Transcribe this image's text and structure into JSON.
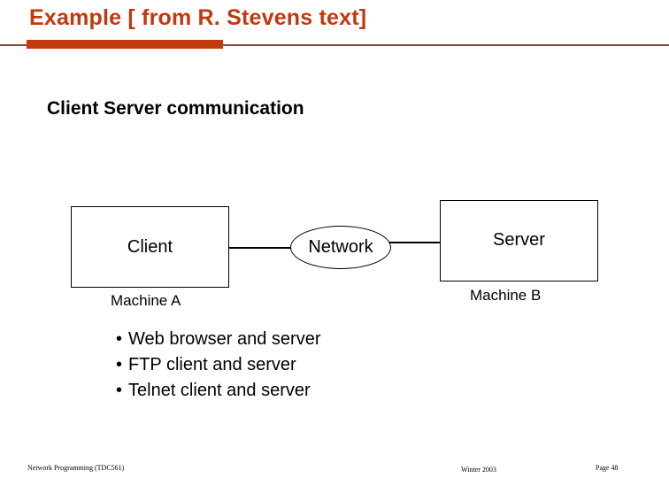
{
  "slide": {
    "title": "Example  [ from R. Stevens text]",
    "section_heading": "Client Server communication",
    "accent_color": "#C33A0E",
    "rule_color": "#8A4B2A"
  },
  "diagram": {
    "client": {
      "label": "Client",
      "caption": "Machine A"
    },
    "network": {
      "label": "Network"
    },
    "server": {
      "label": "Server",
      "caption": "Machine B"
    }
  },
  "bullets": [
    {
      "marker": "•",
      "text": "Web browser and server"
    },
    {
      "marker": "•",
      "text": "FTP client and server"
    },
    {
      "marker": "•",
      "text": "Telnet client and server"
    }
  ],
  "footer": {
    "left": "Network Programming (TDC561)",
    "center": "Winter  2003",
    "right": "Page 48"
  }
}
